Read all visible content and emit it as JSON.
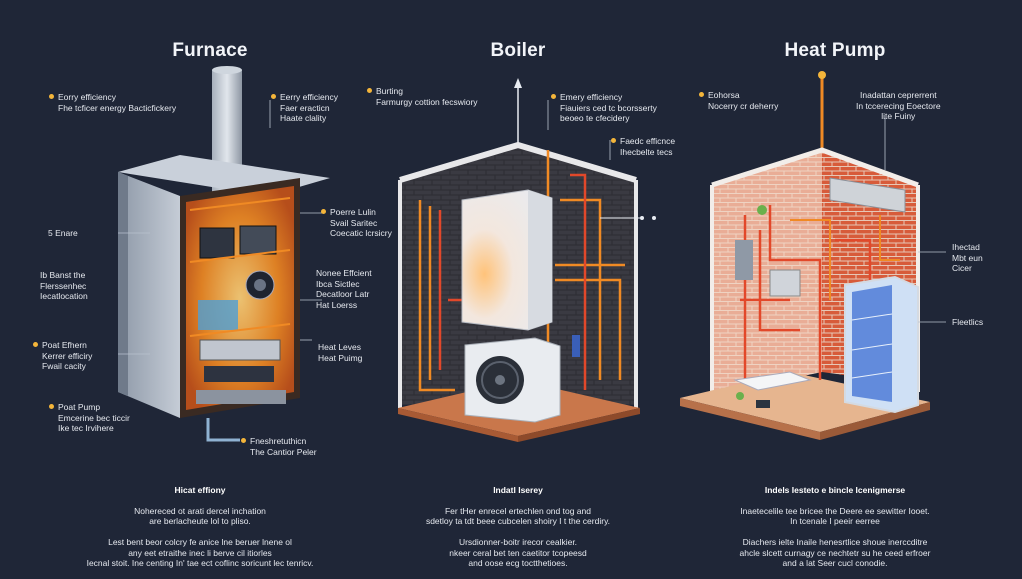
{
  "panels": [
    {
      "title": "Furnace",
      "callouts": [
        "Eorry efficiency\nFhe tcficer energy Bacticfickery",
        "Eerry efficiency\nFaer eracticn\nHaate clality",
        "5 Enare",
        "Ib Banst the\nFlerssenhec\nIecatlocation",
        "Poerre Lulin\nSvail Saritec\nCoecatic lcrsicry",
        "Nonee Effcient\nIbca Sictlec\nDecatloor Latr\nHat Loerss",
        "Poat Efhern\nKerrer efficiry\nFwail cacity",
        "Heat Leves\nHeat Puimg",
        "Poat Pump\nEmcerine bec ticcir\nIke tec Irvihere",
        "Fneshretuthicn\nThe Cantior Peler"
      ],
      "description": {
        "heading": "Hicat effiony",
        "lines": "Nohereced ot arati dercel inchation\nare berlacheute lol to pliso.\n\nLest bent beor colcry fe anice lne beruer lnene ol\nany eet etraithe inec li berve cil itiorles\nIecnal stoit. Ine centing In' tae ect coflinc soricunt lec tenricv."
      }
    },
    {
      "title": "Boiler",
      "callouts": [
        "Burting\nFarmurgy cottion fecswiory",
        "Emery efficiency\nFiauiers ced tc bcorsserty\nbeoeo te cfecidery",
        "Faedc efficnce\nIhecbelte tecs"
      ],
      "description": {
        "heading": "Indatl Iserey",
        "lines": "Fer tHer enrecel ertechlen ond tog and\nsdetloy ta tdt beee cubcelen shoiry I t the cerdiry.\n\nUrsdionner-boitr irecor cealkier.\nnkeer ceral bet ten caetitor tcopeesd\nand oose ecg toctthetioes."
      }
    },
    {
      "title": "Heat Pump",
      "callouts": [
        "Eohorsa\nNocerry cr deherry",
        "Inadattan ceprerrent\nIn tccerecing Eoectore\nlite Fuiny",
        "Ihectad\nMbt eun\nCicer",
        "Fleetlics"
      ],
      "description": {
        "heading": "Indels Iesteto e bincle Icenigmerse",
        "lines": "Inaetecelile tee bricee the Deere ee sewitter Iooet.\nIn tcenale I peeir eerree\n\nDiachers ielte Inaile henesrtlice shoue inerccditre\nahcle slcett curnagy ce nechtetr su he ceed erfroer\nand a lat Seer cucl conodie."
      }
    }
  ],
  "colors": {
    "background": "#1f2637",
    "accent_orange": "#f08a24",
    "pipe_red": "#e2482a",
    "callout_dot": "#f4b53a"
  }
}
